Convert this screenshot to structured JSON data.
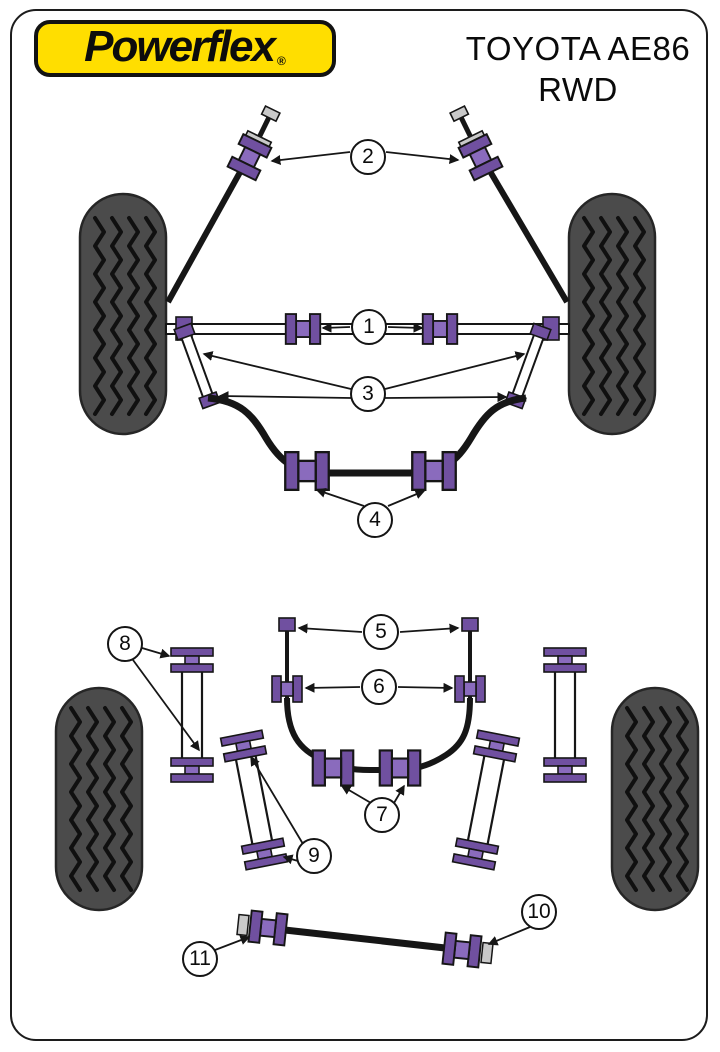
{
  "logo": {
    "brand": "Powerflex",
    "registered_mark": "®",
    "background": "#FFDE00",
    "text_color": "#0C0C0C"
  },
  "header": {
    "vehicle": "TOYOTA AE86",
    "drivetrain": "RWD"
  },
  "colors": {
    "bushing_purple": "#7050A0",
    "bushing_purple_light": "#8A6BBD",
    "tire_gray": "#4B4B4B",
    "metal_gray": "#C9C9C9",
    "outline": "#161616",
    "frame_border": "#1C1C1C"
  },
  "callouts": {
    "c1": "1",
    "c2": "2",
    "c3": "3",
    "c4": "4",
    "c5": "5",
    "c6": "6",
    "c7": "7",
    "c8": "8",
    "c9": "9",
    "c10": "10",
    "c11": "11"
  }
}
